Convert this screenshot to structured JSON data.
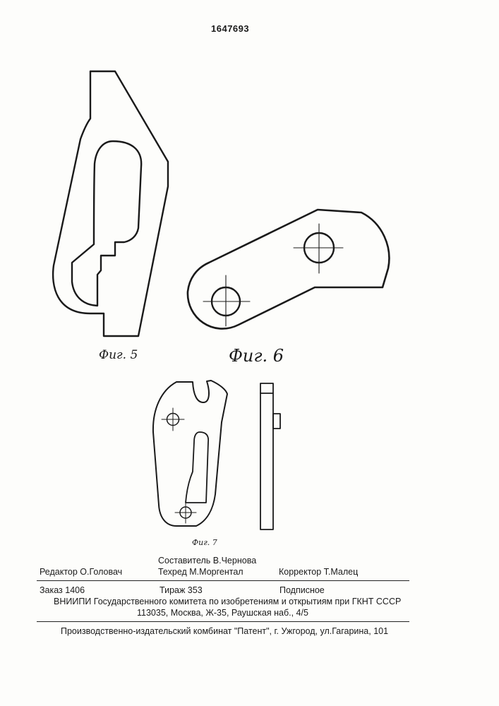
{
  "header": {
    "patent_number": "1647693"
  },
  "figures": {
    "fig5": {
      "caption": "Фиг. 5"
    },
    "fig6": {
      "caption": "Фиг. 6"
    },
    "fig7": {
      "caption": "Фиг. 7"
    }
  },
  "imprint": {
    "compiler": "Составитель В.Чернова",
    "editor": "Редактор  О.Головач",
    "techred": "Техред М.Моргентал",
    "corrector": "Корректор  Т.Малец",
    "order": "Заказ  1406",
    "circulation": "Тираж  353",
    "subscription": "Подписное",
    "org_line": "ВНИИПИ Государственного комитета по изобретениям и открытиям при ГКНТ СССР",
    "address": "113035, Москва, Ж-35, Раушская наб., 4/5",
    "publisher": "Производственно-издательский комбинат \"Патент\", г. Ужгород, ул.Гагарина, 101"
  }
}
